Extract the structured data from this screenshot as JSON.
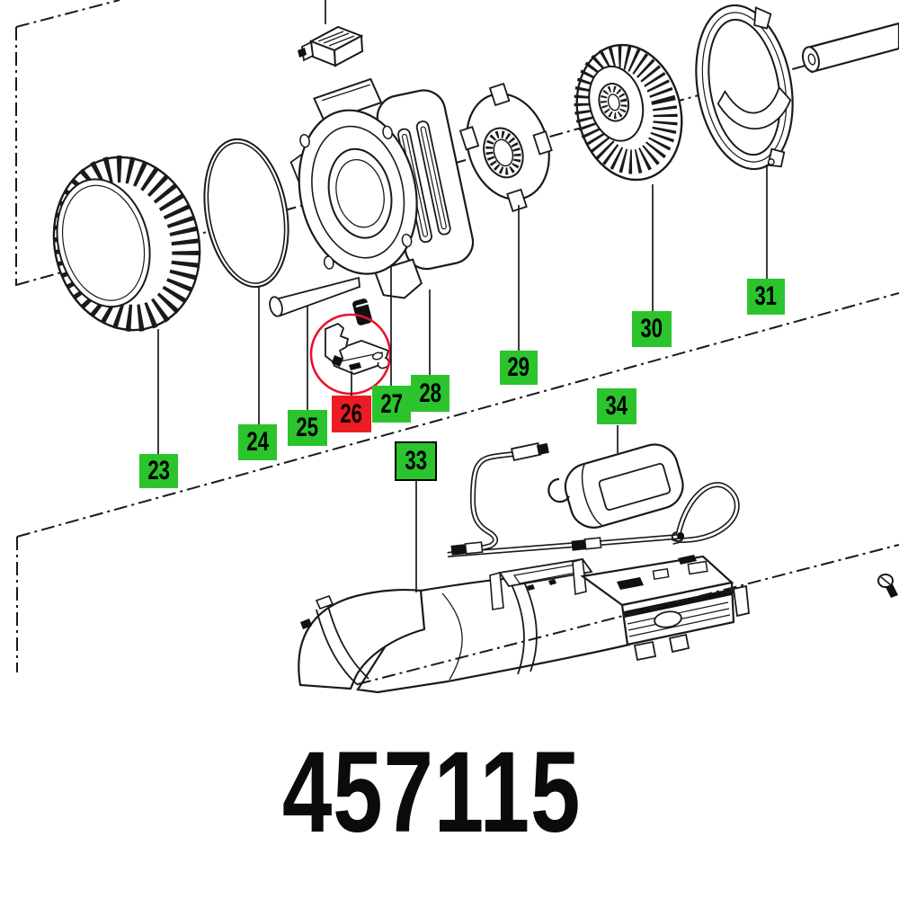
{
  "diagram": {
    "part_number": "457115",
    "callouts": [
      {
        "label": "23",
        "color": "green"
      },
      {
        "label": "24",
        "color": "green"
      },
      {
        "label": "25",
        "color": "green"
      },
      {
        "label": "26",
        "color": "red",
        "highlighted": true
      },
      {
        "label": "27",
        "color": "green"
      },
      {
        "label": "28",
        "color": "green"
      },
      {
        "label": "29",
        "color": "green"
      },
      {
        "label": "30",
        "color": "green"
      },
      {
        "label": "31",
        "color": "green"
      },
      {
        "label": "33",
        "color": "green",
        "bordered": true
      },
      {
        "label": "34",
        "color": "green"
      }
    ],
    "highlight": {
      "type": "circle-marker",
      "around_callout": "26",
      "color": "#e8112d"
    },
    "colors": {
      "callout_green": "#2cc42c",
      "callout_red": "#ed1c24",
      "line": "#1a1a1a",
      "background": "#ffffff"
    }
  }
}
